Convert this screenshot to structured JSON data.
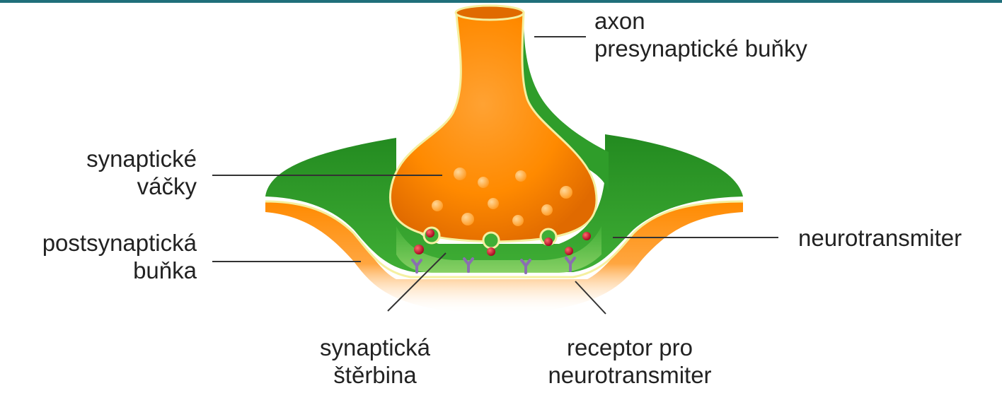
{
  "colors": {
    "top_bar": "#1f6f7a",
    "orange": "#ff8a00",
    "orange_dark": "#e56b00",
    "orange_light": "#ffb35a",
    "green": "#2f9d2a",
    "green_dark": "#1f7d1d",
    "green_light": "#8fd46a",
    "membrane": "#f5f0a0",
    "neurotransmitter": "#c8102e",
    "receptor": "#8a6fb0",
    "line": "#333333"
  },
  "labels": {
    "axon": {
      "line1": "axon",
      "line2": "presynaptické buňky"
    },
    "vesicles": {
      "line1": "synaptické",
      "line2": "váčky"
    },
    "postsynaptic": {
      "line1": "postsynaptická",
      "line2": "buňka"
    },
    "neurotransmitter": {
      "line1": "neurotransmiter"
    },
    "cleft": {
      "line1": "synaptická",
      "line2": "štěrbina"
    },
    "receptor": {
      "line1": "receptor pro",
      "line2": "neurotransmiter"
    }
  }
}
